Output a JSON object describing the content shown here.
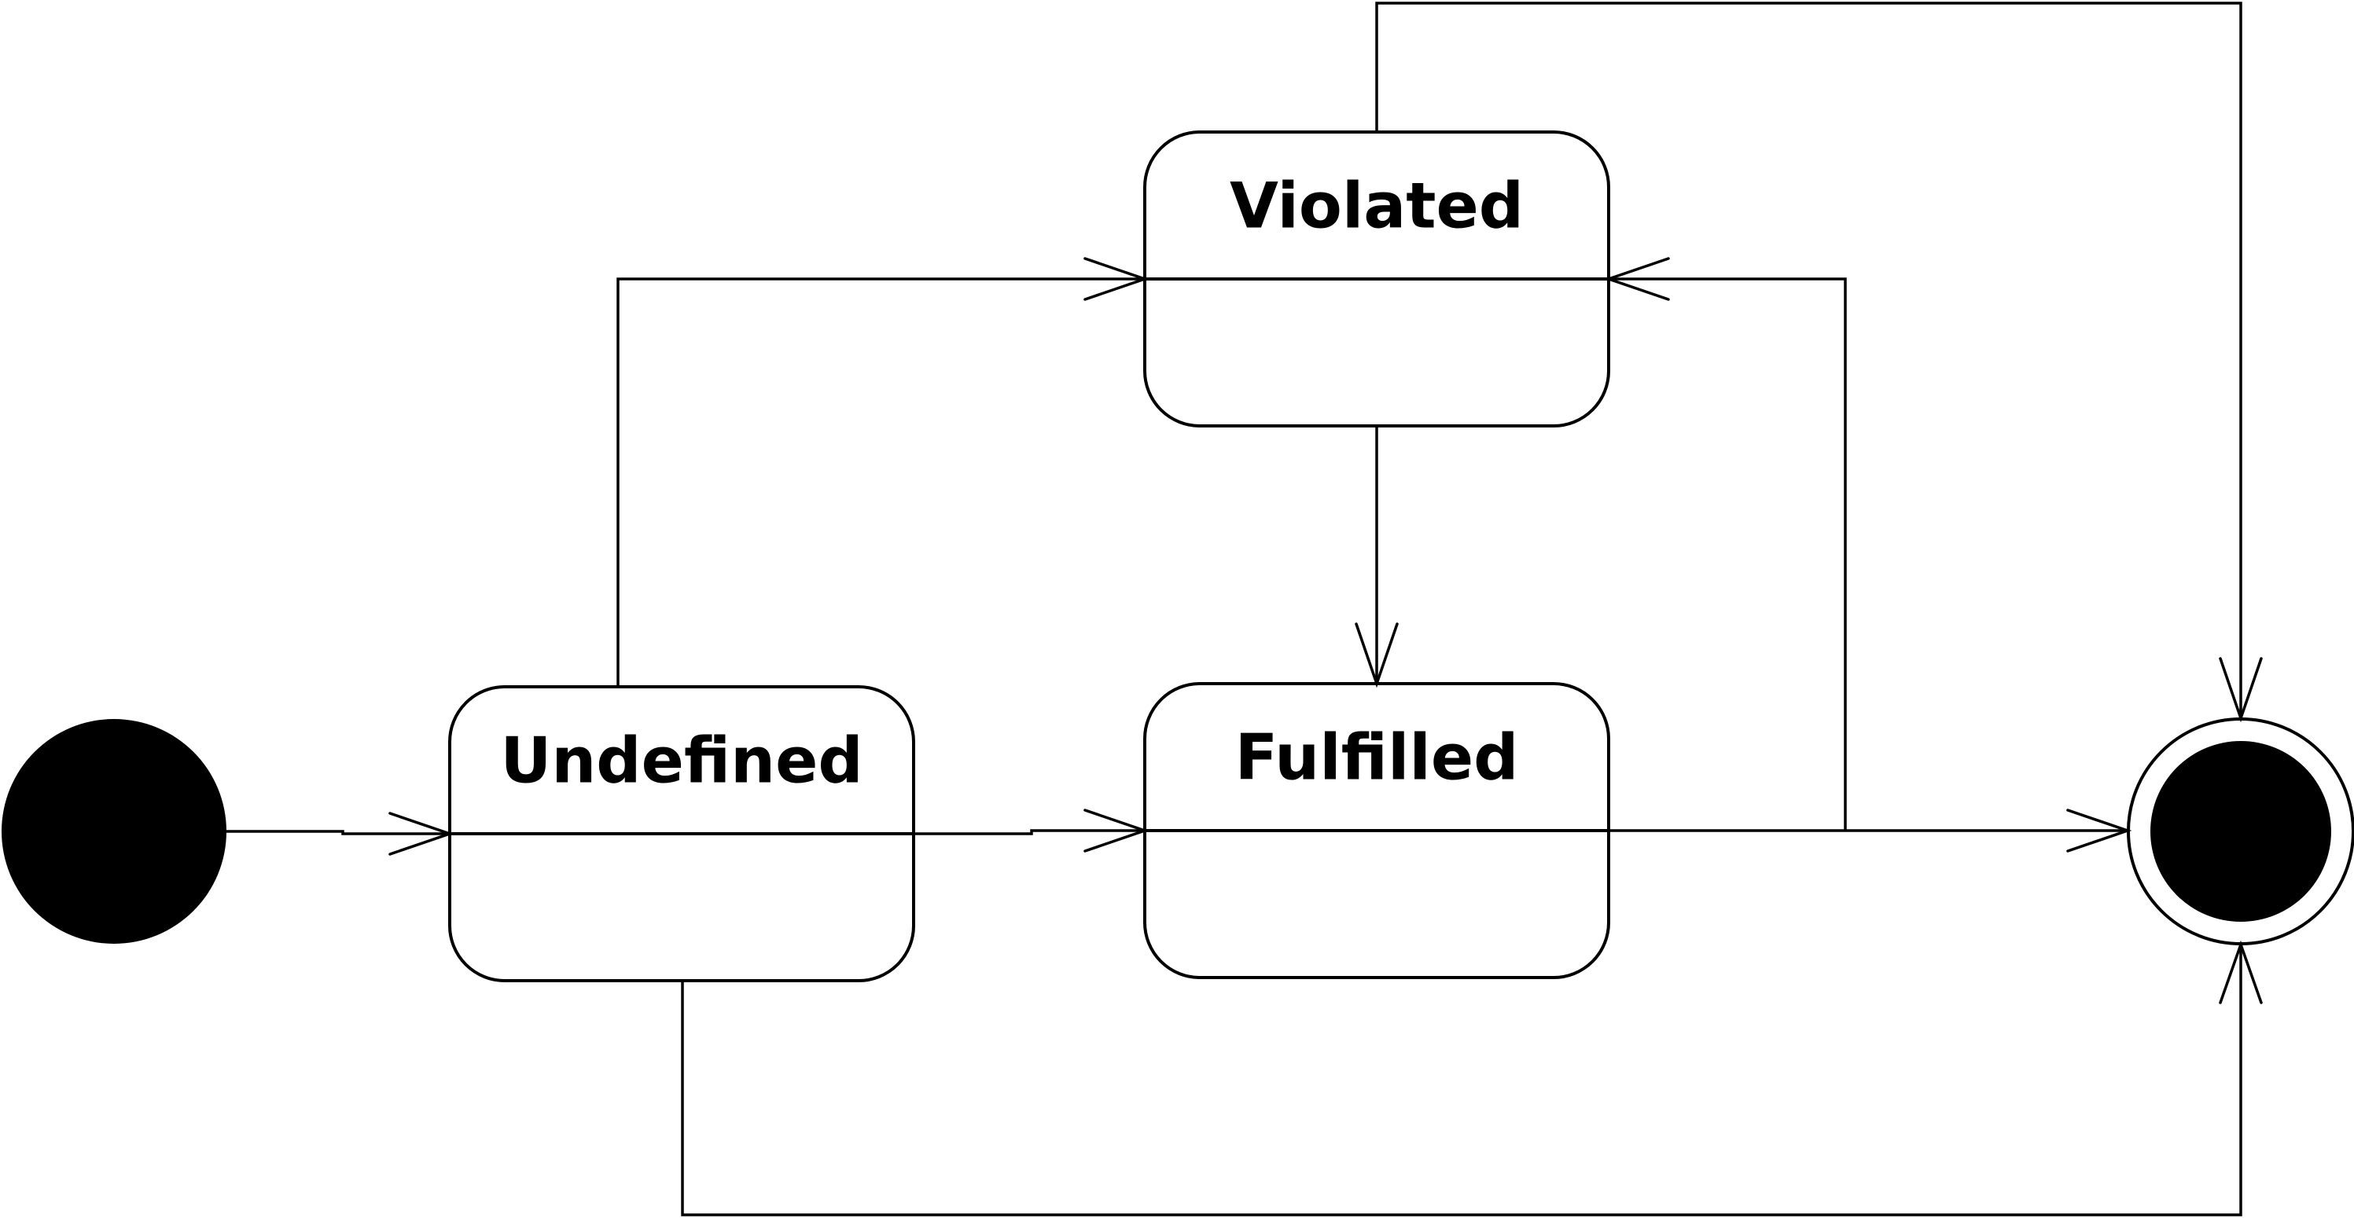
{
  "diagram": {
    "type": "state-machine",
    "states": {
      "violated": {
        "label": "Violated"
      },
      "undefined": {
        "label": "Undefined"
      },
      "fulfilled": {
        "label": "Fulfilled"
      }
    },
    "pseudostates": {
      "initial": "initial",
      "final": "final"
    },
    "transitions": [
      {
        "from": "initial",
        "to": "undefined"
      },
      {
        "from": "undefined",
        "to": "violated"
      },
      {
        "from": "undefined",
        "to": "fulfilled"
      },
      {
        "from": "undefined",
        "to": "final"
      },
      {
        "from": "violated",
        "to": "fulfilled"
      },
      {
        "from": "violated",
        "to": "final"
      },
      {
        "from": "fulfilled",
        "to": "violated"
      },
      {
        "from": "fulfilled",
        "to": "final"
      }
    ]
  }
}
